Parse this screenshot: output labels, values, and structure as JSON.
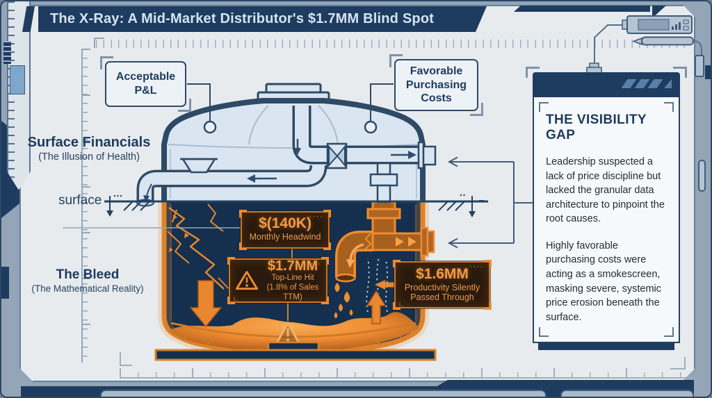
{
  "title": "The X-Ray: A Mid-Market Distributor's $1.7MM Blind Spot",
  "left_labels": {
    "surface_financials_title": "Surface Financials",
    "surface_financials_sub": "(The Illusion of Health)",
    "bleed_title": "The Bleed",
    "bleed_sub": "(The Mathematical Reality)",
    "surface_marker": "surface"
  },
  "callouts": {
    "acceptable_pl": "Acceptable P&L",
    "favorable_purchasing": "Favorable Purchasing Costs"
  },
  "metrics": {
    "headwind": {
      "value": "$(140K)",
      "line1": "Monthly Headwind"
    },
    "topline": {
      "value": "$1.7MM",
      "line1": "Top-Line Hit",
      "line2": "(1.8% of Sales TTM)"
    },
    "productivity": {
      "value": "$1.6MM",
      "line1": "Productivity Silently",
      "line2": "Passed Through"
    }
  },
  "visibility_panel": {
    "heading": "THE VISIBILITY GAP",
    "para1": "Leadership suspected a lack of price discipline but lacked the granular data architecture to pinpoint the root causes.",
    "para2": "Highly favorable purchasing costs were acting as a smokescreen, masking severe, systemic price erosion beneath the surface."
  },
  "decor": {
    "dots": "····",
    "mark": "i.."
  },
  "colors": {
    "navy": "#1e3c60",
    "line_navy": "#2e4d70",
    "steel_frame": "#93a5b6",
    "content_bg": "#e8ebee",
    "tank_fill": "#d9e5f1",
    "below_surface": "#14304e",
    "orange": "#e8872e",
    "orange_bright": "#f59a43",
    "metric_box_bg": "#291a0d",
    "panel_bg": "#f6f9fb"
  }
}
